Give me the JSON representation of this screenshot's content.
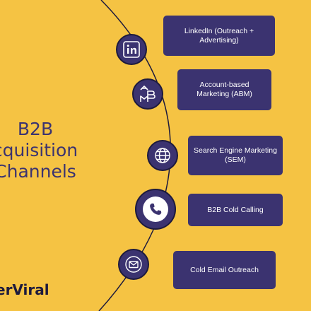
{
  "title": {
    "line1": "B2B",
    "line2": "cquisition",
    "line3": "Channels"
  },
  "channels": [
    {
      "label": "LinkedIn (Outreach + Advertising)",
      "icon": "linkedin-icon"
    },
    {
      "label": "Account-based Marketing (ABM)",
      "icon": "abm-icon"
    },
    {
      "label": "Search Engine Marketing (SEM)",
      "icon": "globe-icon"
    },
    {
      "label": "B2B Cold Calling",
      "icon": "phone-icon"
    },
    {
      "label": "Cold Email Outreach",
      "icon": "envelope-icon"
    }
  ],
  "brand": {
    "text": "erViral"
  },
  "colors": {
    "background": "#f5c343",
    "accent": "#3b3370",
    "outline": "#1d1a3d"
  }
}
